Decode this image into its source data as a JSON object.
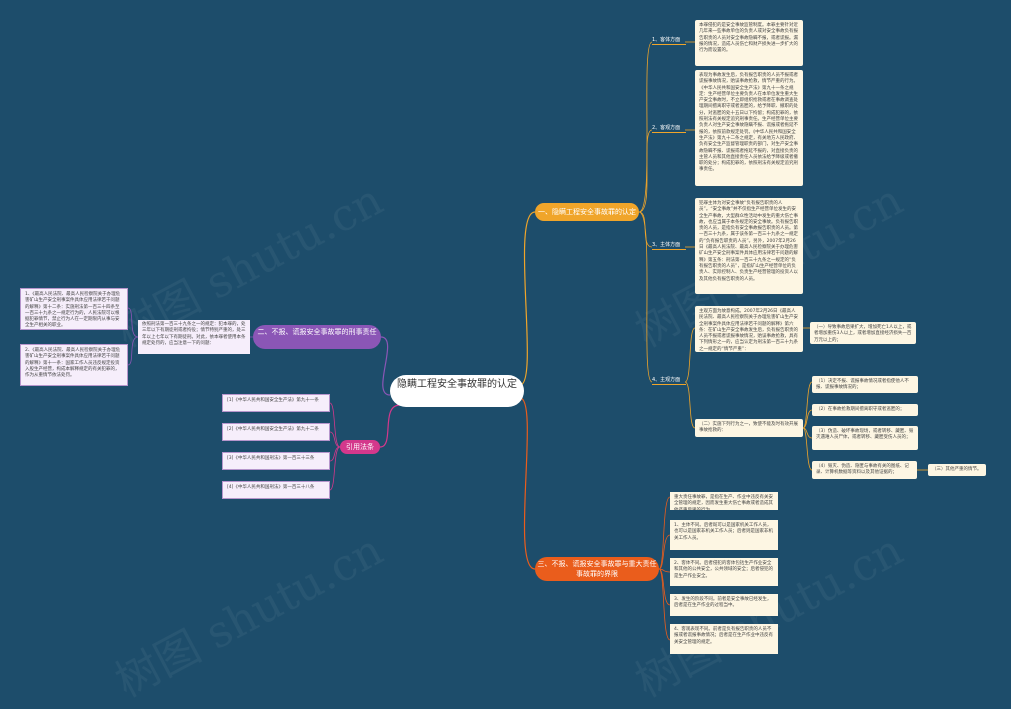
{
  "root": {
    "title": "隐瞒工程安全事故罪的认定"
  },
  "branches": {
    "b1": {
      "label": "一、隐瞒工程安全事故罪的认定",
      "subs": [
        {
          "label": "1、客体方面",
          "text": "本罪侵犯的是安全事故监管制度。本罪主要针对近几年来一些事故单位的负责人或对安全事故负有报告职责的人员对安全事故隐瞒不报，或者谎报。漏报的情况，造成人员伤亡和财产损失进一步扩大的行为而设置的。"
        },
        {
          "label": "2、客观方面",
          "text": "表现为事故发生后，负有报告职责的人员不报或者谎报事故情况，贻误事故抢救，情节严重的行为。《中华人民共和国安全生产法》第九十一条之规定：生产经营单位主要负责人在本单位发生重大生产安全事故时，不立即组织抢救或者在事故调查处理期间擅离职守或者逃匿的，给予降职、撤职的处分，对逃匿的处十五日以下拘留；构成犯罪的，依照刑法有关规定追究刑事责任。生产经营单位主要负责人对生产安全事故隐瞒不报、谎报或者拖延不报的，依照前款规定处罚。《中华人民共和国安全生产法》第九十二条之规定，有关地方人民政府、负有安全生产监督管理职责的部门，对生产安全事故隐瞒不报、谎报或者拖延不报的，对直接负责的主管人员和其他直接责任人员依法给予降级或者撤职的处分；构成犯罪的，依照刑法有关规定追究刑事责任。"
        },
        {
          "label": "3、主体方面",
          "text": "犯罪主体为对安全事故“负有报告职责的人员”。“安全事故”并不仅指生产经营单位发生的安全生产事故，大型群众性活动中发生的重大伤亡事故，也应当属于本条规定的安全事故。负有报告职责的人员，是指负有安全事故报告职责的人员。第一百三十九条，属于该条第一百三十九条之一规定的“负有报告职责的人员”。另外，2007年2月26日《最高人民法院、最高人民检察院关于办理危害矿山生产安全刑事案件具体应用法律若干问题的解释》第五条：刑法第一百三十九条之一规定的“负有报告职责的人员”，是指矿山生产经营单位的负责人、实际控制人、负责生产经营管理的投资人以及其他负有报告职责的人员。"
        },
        {
          "label": "4、主观方面",
          "text": "主观方面为故意构成。2007年2月26日《最高人民法院、最高人民检察院关于办理危害矿山生产安全刑事案件具体应用法律若干问题的解释》第六条：在矿山生产安全事故发生后，负有报告职责的人员不报或者谎报事故情况，贻误事故抢救，具有下列情形之一的，应当认定为刑法第一百三十九条之一规定的“情节严重”：",
          "items": [
            "（一）导致事故后果扩大，增加死亡1人以上，或者增加重伤3人以上，或者增加直接经济损失一百万元以上的；",
            "（二）实施下列行为之一，致使不能及时有效开展事故抢救的：",
            "（1）决定不报、谎报事故情况或者指使他人不报、谎报事故情况的；",
            "（2）在事故抢救期间擅离职守或者逃匿的；",
            "（3）伪造、破坏事故现场，或者转移、藏匿、毁灭遇难人员尸体，或者转移、藏匿受伤人员的；",
            "（4）毁灭、伪造、隐匿与事故有关的图纸、记录、计算机数据等资料以及其他证据的；",
            "（三）其他严重的情节。"
          ]
        }
      ]
    },
    "b2": {
      "label": "二、不报、谎报安全事故罪的刑事责任",
      "text": "依照刑法第一百三十九条之一的规定：犯本罪的，处三年以下有期徒刑或者拘役；情节特别严重的，处三年以上七年以下有期徒刑。对此，依本罪者使用本条规定处罚的，应当注意一下的问题：",
      "items": [
        "1、《最高人民法院、最高人民检察院关于办理危害矿山生产安全刑事案件具体应用法律若干问题的解释》第十二条：实施刑法第一百三十四条至一百三十九条之一规定行为的，人民法院可以根据犯罪情节，禁止行为人在一定期限内从事与安全生产相关的职业。",
        "2、《最高人民法院、最高人民检察院关于办理危害矿山生产安全刑事案件具体应用法律若干问题的解释》第十一条：国家工作人员违反规定投资入股生产经营，构成本解释规定的有关犯罪的，作为从重情节依法处罚。"
      ]
    },
    "b3": {
      "label": "三、不报、谎报安全事故罪与重大责任事故罪的界限",
      "items": [
        "重大责任事故罪，是指在生产、作业中违反有关安全管理的规定，因而发生重大伤亡事故或者造成其他严重后果的行为。",
        "1、主体不同。后者既可以是国家机关工作人员，也可以是国家非机关工作人员；后者则是国家非机关工作人员。",
        "2、客体不同。后者侵犯的客体包括生产作业安全和其他的公共安全，公共领域的安全；后者侵犯的是生产作业安全。",
        "3、发生的阶段不同。前者是安全事故已经发生，后者是在生产作业的过程当中。",
        "4、客观表现不同。前者是负有报告职责的人员不报或者谎报事故情况；后者是在生产作业中违反有关安全管理的规定。"
      ]
    },
    "b4": {
      "label": "引用法条",
      "items": [
        "[1]《中华人民共和国安全生产法》第九十一条",
        "[2]《中华人民共和国安全生产法》第九十二条",
        "[3]《中华人民共和国刑法》第一百三十三条",
        "[4]《中华人民共和国刑法》第一百三十八条"
      ]
    }
  },
  "colors": {
    "background": "#1d4d6b",
    "orange": "#f0a52a",
    "purple": "#8b56b6",
    "red": "#ea5d1c",
    "pink": "#d4388c"
  },
  "watermark": "树图 shutu.cn"
}
